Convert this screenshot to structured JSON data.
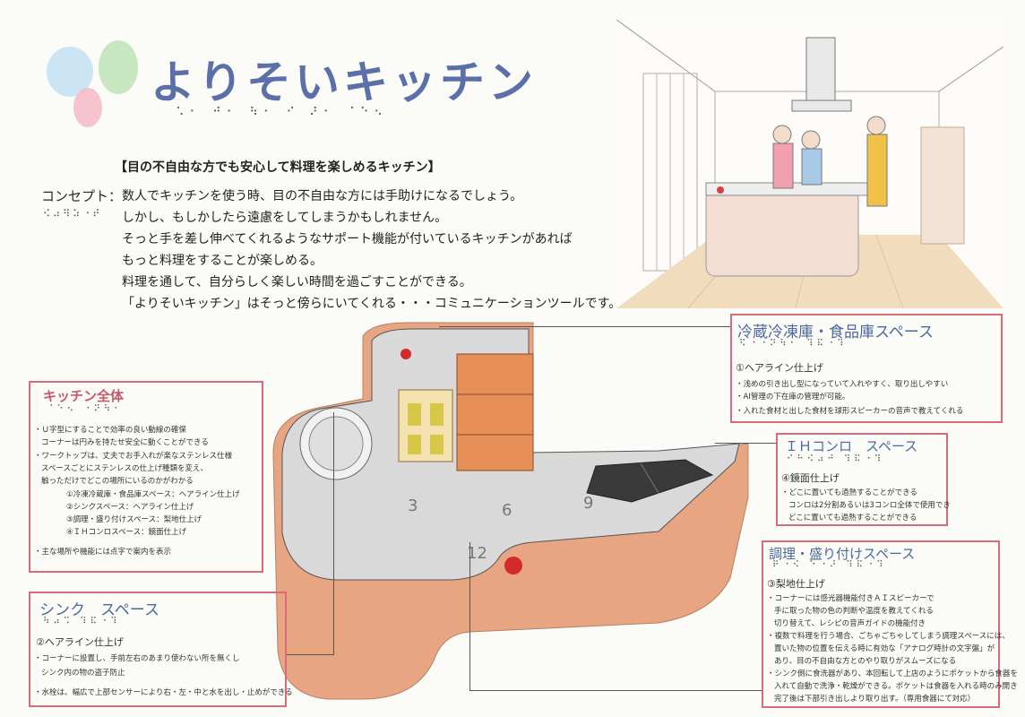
{
  "header": {
    "title": "よりそいキッチン",
    "title_braille": "⠡⠂ ⠚⠂ ⠳⠂ ⠊ ⠜⠂ ⠈⠑⠢",
    "subtitle": "【目の不自由な方でも安心して料理を楽しめるキッチン】"
  },
  "concept": {
    "label": "コンセプト：",
    "label_braille": "⠪⠴⠻⠵⠐⠞",
    "lines": [
      "数人でキッチンを使う時、目の不自由な方には手助けになるでしょう。",
      "しかし、もしかしたら遠慮をしてしまうかもしれません。",
      "そっと手を差し伸べてくれるようなサポート機能が付いているキッチンがあれば",
      "もっと料理をすることが楽しめる。",
      "料理を通して、自分らしく楽しい時間を過ごすことができる。",
      "「よりそいキッチン」はそっと傍らにいてくれる・・・コミュニケーションツールです。"
    ]
  },
  "kitchen_all": {
    "title": "キッチン全体",
    "braille": "⠈⠑⠢ ⠐⠝⠳⠂",
    "items": [
      "・Ｕ字型にすることで効率の良い動線の確保",
      "コーナーは円みを持たせ安全に動くことができる",
      "・ワークトップは、丈夫でお手入れが楽なステンレス仕様",
      "スペースごとにステンレスの仕上げ種類を変え、",
      "触っただけでどこの場所にいるのかがわかる",
      "①冷凍冷蔵庫・食品庫スペース：ヘアライン仕上げ",
      "②シンクスペース：ヘアライン仕上げ",
      "③調理・盛り付けスペース：梨地仕上げ",
      "④ＩＨコンロスペース：鏡面仕上げ",
      "・主な場所や機能には点字で案内を表示"
    ]
  },
  "sink": {
    "title": "シンク　スペース",
    "braille": "⠳⠴⠩ ⠹⠯⠐⠹",
    "head": "②ヘアライン仕上げ",
    "items": [
      "・コーナーに設置し、手前左右のあまり使わない所を無くし",
      "シンク内の物の盗子防止",
      "・水栓は、幅広で上部センサーにより右・左・中と水を出し・止めができる"
    ]
  },
  "fridge": {
    "title": "冷蔵冷凍庫・食品庫スペース",
    "braille": "⠫⠐⠐⠝⠳⠂ ⠹⠯⠐⠹",
    "head": "①ヘアライン仕上げ",
    "items": [
      "・浅めの引き出し型になっていて入れやすく、取り出しやすい",
      "・AI管理の下在庫の管理が可能。",
      "・入れた食材と出した食材を球形スピーカーの音声で教えてくれる"
    ]
  },
  "ih": {
    "title": "ＩＨコンロ　スペース",
    "braille": "⠊⠓⠪⠴⠚ ⠹⠯⠐⠹",
    "head": "④鏡面仕上げ",
    "items": [
      "・どこに置いても過熱することができる",
      "コンロは2分割あるいは3コンロ全体で使用でき",
      "どこに置いても過熱することができる"
    ]
  },
  "cooking": {
    "title": "調理・盛り付けスペース",
    "braille": "⠟⠐⠪ ⠑⠐⠜ ⠹⠯⠐⠹",
    "head": "③梨地仕上げ",
    "items": [
      "・コーナーには感光器機能付きＡＩスピーカーで",
      "手に取った物の色の判断や温度を教えてくれる",
      "切り替えて、レシピの音声ガイドの機能付き",
      "・複数で料理を行う場合、ごちゃごちゃしてしまう調理スペースには、",
      "置いた物の位置を伝える時に有効な「アナログ時計の文字盤」が",
      "あり、目の不自由な方とのやり取りがスムーズになる",
      "・シンク側に食洗器があり、本回転して上店のようにポケットから食器を",
      "入れて自動で洗浄・乾燥ができる。ポケットは食器を入れる時のみ開き",
      "完了後は下部引き出しより取り出す。（専用食器にて対応）"
    ]
  },
  "colors": {
    "accent_pink": "#d96a7a",
    "title_blue": "#5b6fa8",
    "wood_orange": "#e2895a"
  }
}
